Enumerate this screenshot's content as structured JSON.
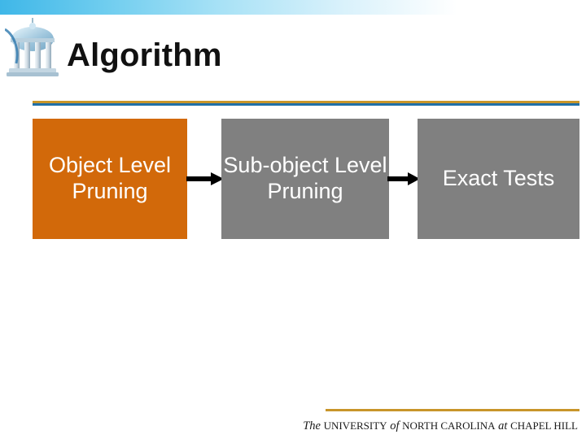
{
  "slide": {
    "title": "Algorithm",
    "logo_icon": "unc-old-well-icon",
    "accent_gold": "#c8952a",
    "accent_blue": "#1f6fa8",
    "band_color": "#3fb7e8"
  },
  "diagram": {
    "type": "flowchart",
    "orientation": "left-to-right",
    "steps": [
      {
        "label": "Object Level Pruning",
        "color": "#d2690a"
      },
      {
        "label": "Sub-object Level Pruning",
        "color": "#808080"
      },
      {
        "label": "Exact Tests",
        "color": "#808080"
      }
    ],
    "connectors": [
      {
        "icon": "arrow-right-icon",
        "from": "Object Level Pruning",
        "to": "Sub-object Level Pruning"
      },
      {
        "icon": "arrow-right-icon",
        "from": "Sub-object Level Pruning",
        "to": "Exact Tests"
      }
    ]
  },
  "footer": {
    "part_the": "The",
    "part_university": "UNIVERSITY",
    "part_of": "of",
    "part_north_carolina": "NORTH CAROLINA",
    "part_at": "at",
    "part_chapel_hill": "CHAPEL HILL"
  }
}
